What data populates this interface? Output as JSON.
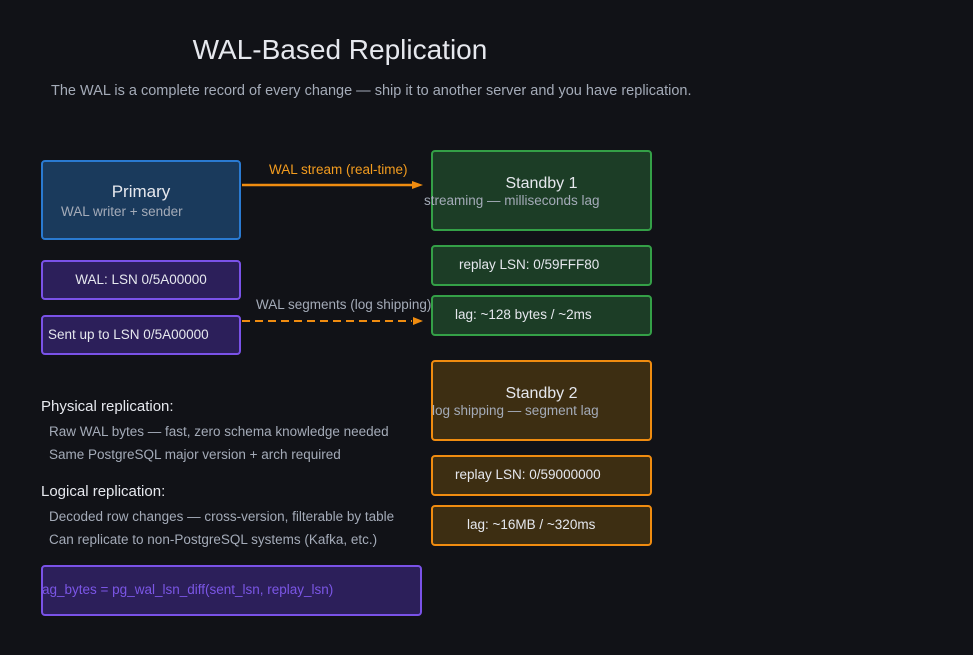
{
  "header": {
    "title": "WAL-Based Replication",
    "subtitle": "The WAL is a complete record of every change — ship it to another server and you have replication."
  },
  "primary": {
    "name": "Primary",
    "subtitle": "WAL writer + sender",
    "wal_position": "WAL: LSN 0/5A00000",
    "sent_position": "Sent up to LSN 0/5A00000"
  },
  "connections": {
    "stream_label": "WAL stream (real-time)",
    "segments_label": "WAL segments (log shipping)"
  },
  "standby1": {
    "name": "Standby 1",
    "subtitle": "streaming — milliseconds lag",
    "replay": "replay LSN: 0/59FFF80",
    "lag": "lag: ~128 bytes / ~2ms"
  },
  "standby2": {
    "name": "Standby 2",
    "subtitle": "log shipping — segment lag",
    "replay": "replay LSN: 0/59000000",
    "lag": "lag: ~16MB / ~320ms"
  },
  "notes": {
    "physical": {
      "heading": "Physical replication:",
      "items": [
        "Raw WAL bytes — fast, zero schema knowledge needed",
        "Same PostgreSQL major version + arch required"
      ]
    },
    "logical": {
      "heading": "Logical replication:",
      "items": [
        "Decoded row changes — cross-version, filterable by table",
        "Can replicate to non-PostgreSQL systems (Kafka, etc.)"
      ]
    }
  },
  "formula": "ag_bytes = pg_wal_lsn_diff(sent_lsn, replay_lsn)",
  "colors": {
    "background": "#111217",
    "primary": "#2a7ad1",
    "wal": "#7a52e8",
    "streaming": "#34a047",
    "log_shipping": "#f08c10",
    "arrow": "#f08c10"
  }
}
